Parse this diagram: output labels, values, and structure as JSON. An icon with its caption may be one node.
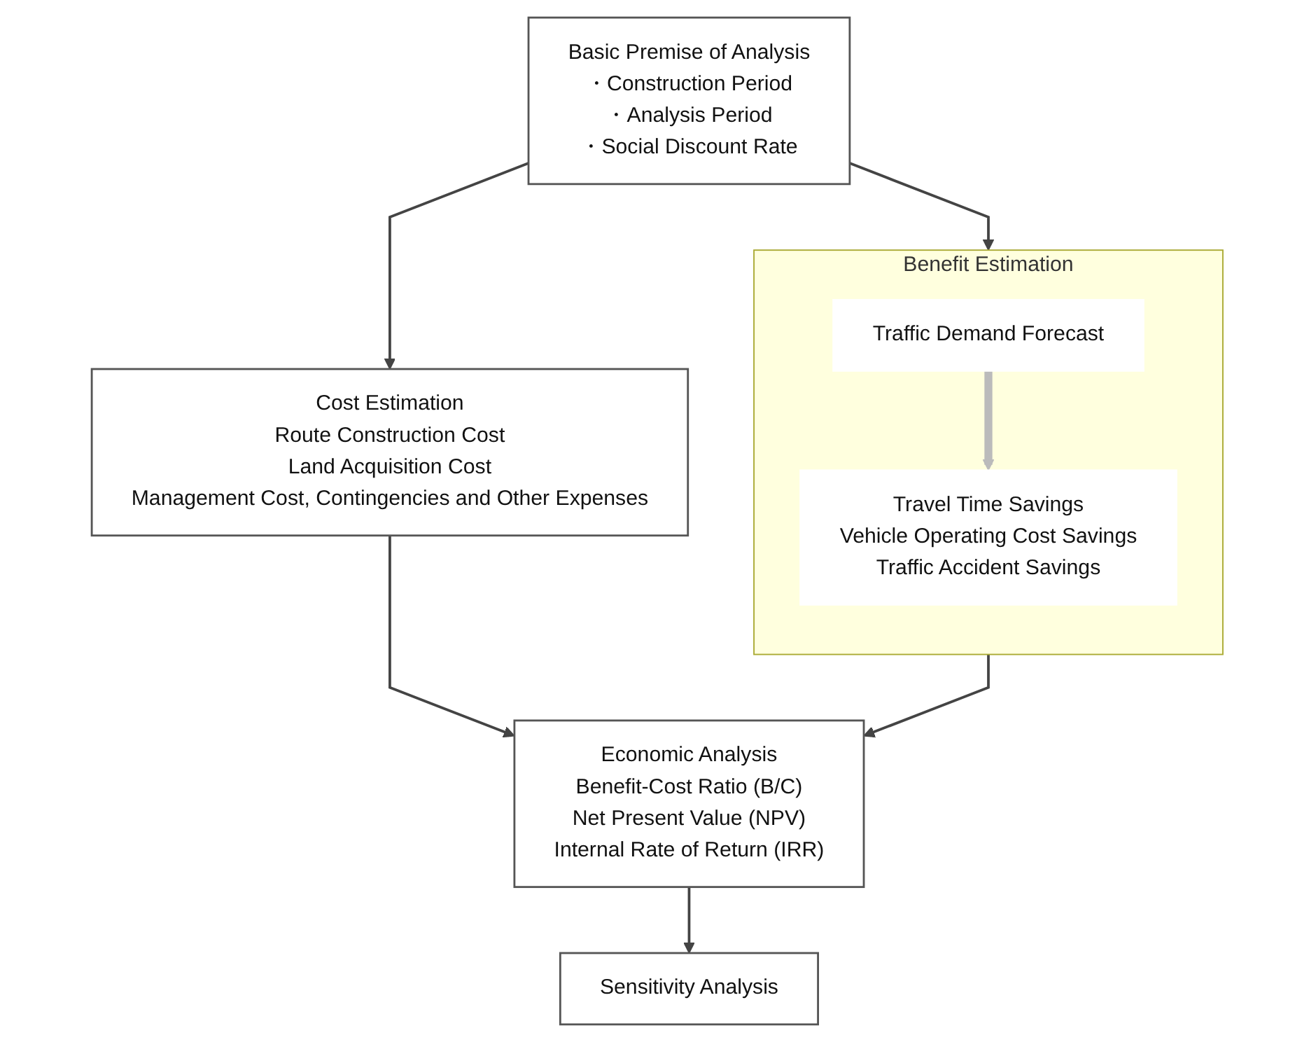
{
  "diagram": {
    "nodes": [
      {
        "text": [
          "Basic Premise of Analysis",
          "・Construction Period",
          "・Analysis Period",
          "・Social Discount Rate"
        ]
      },
      {
        "text": [
          "Cost Estimation",
          "Route Construction Cost",
          "Land Acquisition Cost",
          "Management Cost, Contingencies and Other Expenses"
        ]
      },
      {
        "text": [
          "Benefit Estimation"
        ]
      },
      {
        "text": [
          "Traffic Demand Forecast"
        ],
        "in": 2
      },
      {
        "text": [
          "Travel Time Savings",
          "Vehicle Operating Cost Savings",
          "Traffic Accident Savings"
        ],
        "in": 2
      },
      {
        "text": [
          "Economic Analysis",
          "Benefit-Cost Ratio (B/C)",
          "Net Present Value (NPV)",
          "Internal Rate of Return (IRR)"
        ]
      },
      {
        "text": [
          "Sensitivity Analysis"
        ]
      }
    ],
    "edges": [
      {
        "from": 0,
        "to": 1,
        "arrow": "to"
      },
      {
        "from": 0,
        "to": 2,
        "arrow": "to"
      },
      {
        "from": 3,
        "to": 4,
        "arrow": "to",
        "style": "thick",
        "color": "#bbbbbb"
      },
      {
        "from": 1,
        "to": 5,
        "arrow": "to"
      },
      {
        "from": 2,
        "to": 5,
        "arrow": "to"
      },
      {
        "from": 5,
        "to": 6,
        "arrow": "to"
      }
    ]
  }
}
